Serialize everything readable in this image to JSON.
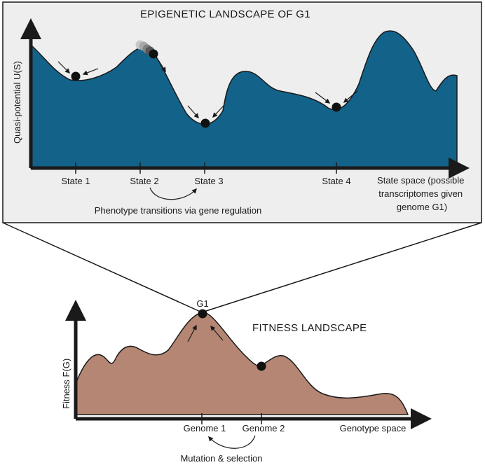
{
  "epigenetic": {
    "title": "EPIGENETIC LANDSCAPE OF G1",
    "y_axis_label": "Quasi-potential U(S)",
    "x_axis_label_lines": [
      "State space (possible",
      "transcriptomes given",
      "genome G1)"
    ],
    "states": [
      "State 1",
      "State 2",
      "State 3",
      "State 4"
    ],
    "transition_caption": "Phenotype transitions via gene regulation",
    "colors": {
      "fill": "#12628a",
      "panel_bg": "#eeeeee",
      "stroke": "#1a1a1a"
    }
  },
  "fitness": {
    "title": "FITNESS LANDSCAPE",
    "y_axis_label": "Fitness F(G)",
    "x_axis_label": "Genotype space",
    "peak_label": "G1",
    "genomes": [
      "Genome 1",
      "Genome 2"
    ],
    "transition_caption": "Mutation & selection",
    "colors": {
      "fill": "#b58673",
      "stroke": "#1a1a1a"
    }
  }
}
